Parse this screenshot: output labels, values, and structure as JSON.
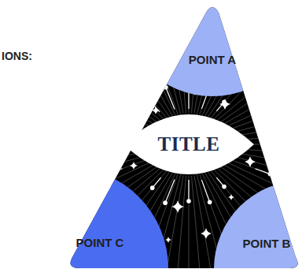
{
  "diagram": {
    "nodes": [
      {
        "text": [
          "POINT A"
        ]
      },
      {
        "text": [
          "TITLE"
        ]
      },
      {
        "text": [
          "POINT C"
        ]
      },
      {
        "text": [
          "POINT B"
        ]
      }
    ],
    "labels": [
      "IONS:"
    ]
  }
}
